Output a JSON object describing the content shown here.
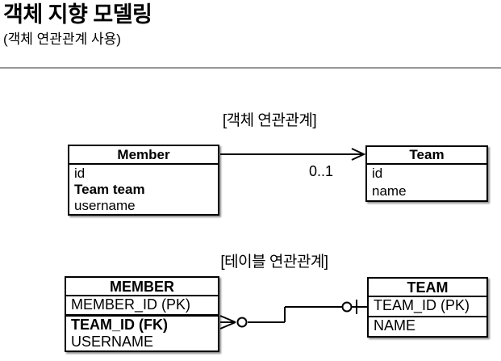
{
  "page": {
    "title": "객체 지향 모델링",
    "subtitle": "(객체 연관관계 사용)"
  },
  "object_diagram": {
    "label": "[객체 연관관계]",
    "multiplicity": "0..1",
    "member": {
      "title": "Member",
      "fields": [
        "id",
        "Team team",
        "username"
      ]
    },
    "team": {
      "title": "Team",
      "fields": [
        "id",
        "name"
      ]
    }
  },
  "table_diagram": {
    "label": "[테이블 연관관계]",
    "member": {
      "title": "MEMBER",
      "pk": "MEMBER_ID (PK)",
      "fk": "TEAM_ID (FK)",
      "field": "USERNAME"
    },
    "team": {
      "title": "TEAM",
      "pk": "TEAM_ID (PK)",
      "field": "NAME"
    }
  },
  "colors": {
    "border": "#000000",
    "divider": "#979797",
    "background": "#ffffff",
    "text": "#000000"
  }
}
